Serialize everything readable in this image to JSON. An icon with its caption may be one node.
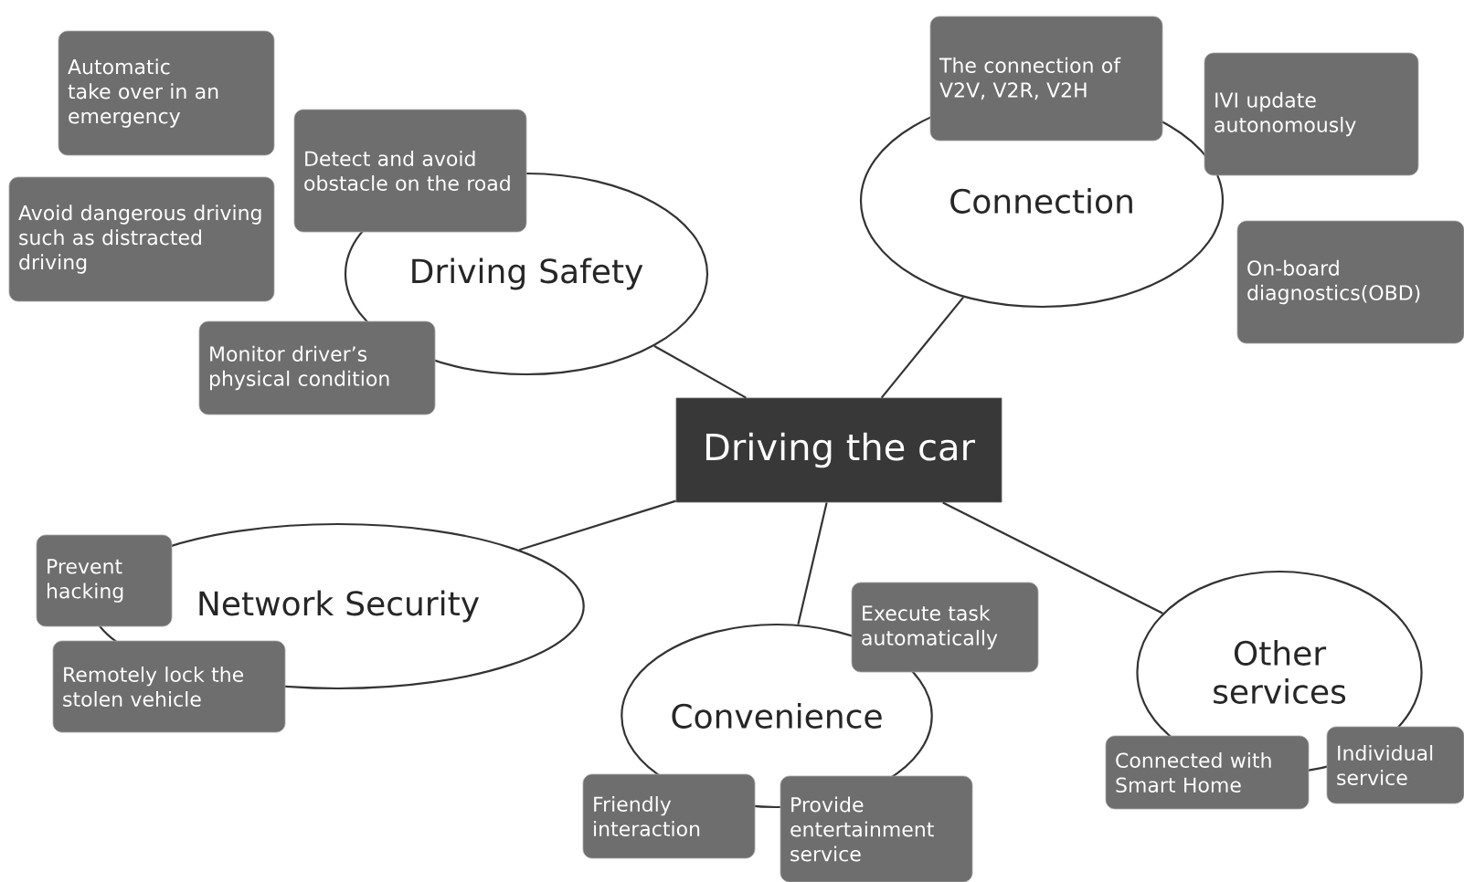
{
  "diagram": {
    "nodes": [
      {
        "text": [
          "Driving the car"
        ]
      },
      {
        "text": [
          "Driving Safety"
        ]
      },
      {
        "text": [
          "Automatic take over in an emergency"
        ]
      },
      {
        "text": [
          "Avoid dangerous driving such as distracted driving"
        ]
      },
      {
        "text": [
          "Detect and avoid obstacle on the road"
        ]
      },
      {
        "text": [
          "Monitor driver’s physical condition"
        ]
      },
      {
        "text": [
          "Connection"
        ]
      },
      {
        "text": [
          "The connection of V2V, V2R, V2H"
        ]
      },
      {
        "text": [
          "IVI update autonomously"
        ]
      },
      {
        "text": [
          "On-board diagnostics(OBD)"
        ]
      },
      {
        "text": [
          "Network  Security"
        ]
      },
      {
        "text": [
          "Prevent hacking"
        ]
      },
      {
        "text": [
          "Remotely lock the stolen vehicle"
        ]
      },
      {
        "text": [
          "Convenience"
        ]
      },
      {
        "text": [
          "Execute task automatically"
        ]
      },
      {
        "text": [
          "Friendly interaction"
        ]
      },
      {
        "text": [
          "Provide entertainment service"
        ]
      },
      {
        "text": [
          "Other services"
        ]
      },
      {
        "text": [
          "Connected with Smart Home"
        ]
      },
      {
        "text": [
          "Individual service"
        ]
      }
    ],
    "edges": [
      {
        "from": 0,
        "to": 1,
        "arrow": "none"
      },
      {
        "from": 0,
        "to": 6,
        "arrow": "none"
      },
      {
        "from": 0,
        "to": 10,
        "arrow": "none"
      },
      {
        "from": 0,
        "to": 13,
        "arrow": "none"
      },
      {
        "from": 0,
        "to": 17,
        "arrow": "none"
      }
    ]
  }
}
